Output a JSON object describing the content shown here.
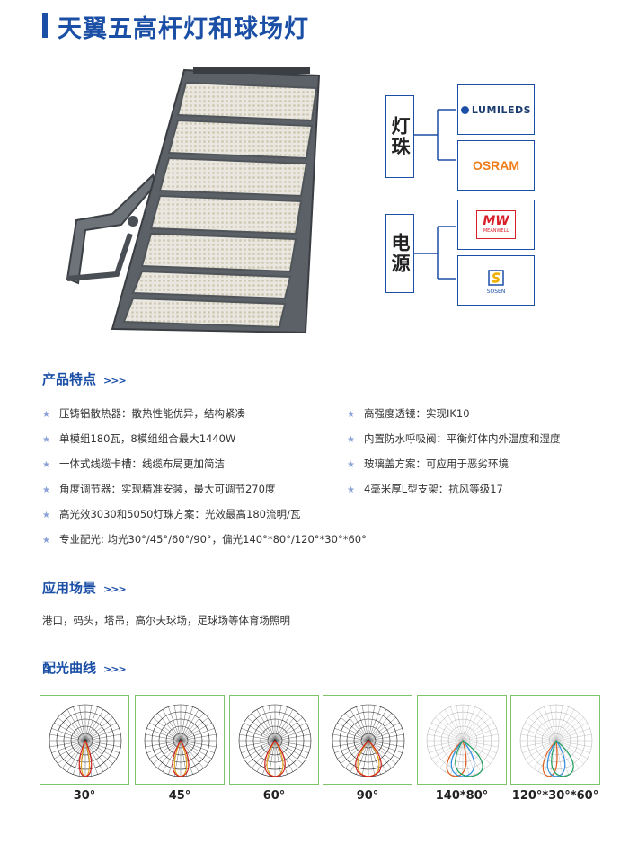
{
  "page_title": "天翼五高杆灯和球场灯",
  "diagram": {
    "led_label": "灯珠",
    "power_label": "电源",
    "brands": [
      {
        "text": "LUMILEDS",
        "icon": "lumileds-logo"
      },
      {
        "text": "OSRAM",
        "icon": "osram-logo"
      },
      {
        "text": "MW",
        "sub": "MEANWELL",
        "icon": "meanwell-logo"
      },
      {
        "text": "SOSEN",
        "icon": "sosen-logo"
      }
    ]
  },
  "sections": {
    "features_title": "产品特点",
    "application_title": "应用场景",
    "curves_title": "配光曲线",
    "chevrons": ">>>"
  },
  "features_left": [
    "压铸铝散热器：散热性能优异，结构紧凑",
    "单模组180瓦，8模组组合最大1440W",
    "一体式线缆卡槽：线缆布局更加简洁",
    "角度调节器：实现精准安装，最大可调节270度",
    "高光效3030和5050灯珠方案：光效最高180流明/瓦",
    "专业配光: 均光30°/45°/60°/90°，偏光140°*80°/120°*30°*60°"
  ],
  "features_right": [
    "高强度透镜：实现IK10",
    "内置防水呼吸阀：平衡灯体内外温度和湿度",
    "玻璃盖方案：可应用于恶劣环境",
    "4毫米厚L型支架：抗风等级17"
  ],
  "application_text": "港口，码头，塔吊，高尔夫球场，足球场等体育场照明",
  "curves": [
    "30°",
    "45°",
    "60°",
    "90°",
    "140*80°",
    "120°*30°*60°"
  ],
  "colors": {
    "brand_blue": "#1b4fa6",
    "frame_green": "#7cc36a",
    "osram_orange": "#f07d1a",
    "meanwell_red": "#d9202a"
  }
}
